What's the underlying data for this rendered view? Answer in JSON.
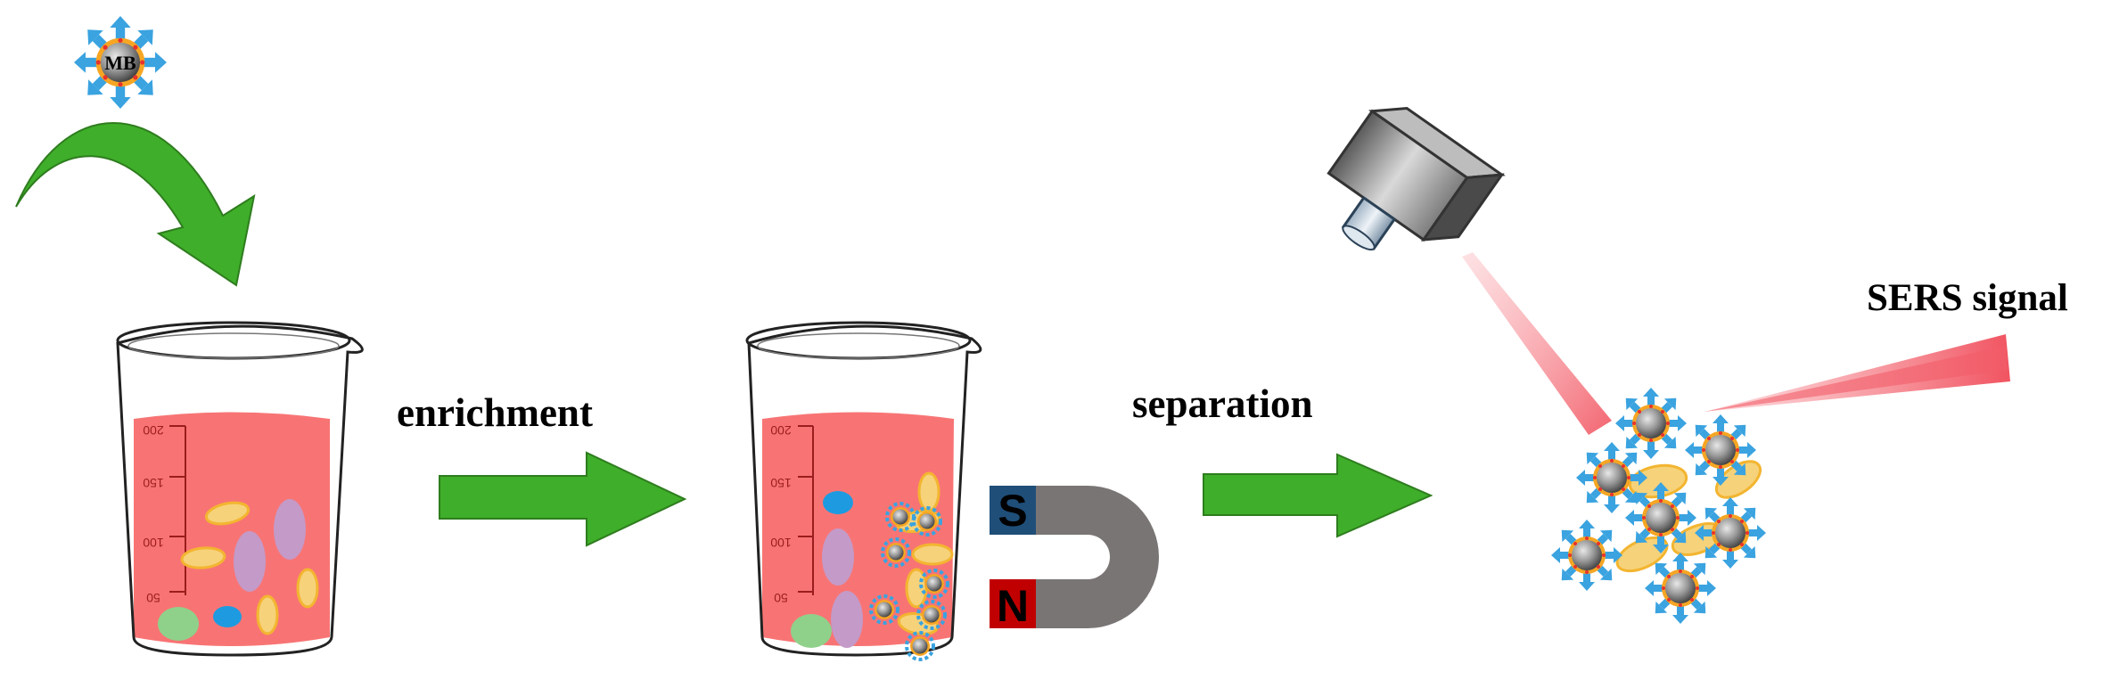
{
  "labels": {
    "enrichment": "enrichment",
    "separation": "separation",
    "sers_signal": "SERS signal",
    "mb": "MB",
    "magnet_s": "S",
    "magnet_n": "N"
  },
  "beaker_ticks": [
    "200",
    "150",
    "100",
    "50"
  ],
  "colors": {
    "liquid": "#f87474",
    "arrow_green": "#3fae2a",
    "arrow_green_dark": "#2e7d1e",
    "magnet_gray": "#7a7575",
    "magnet_s": "#1f4e79",
    "magnet_n": "#c00000",
    "bacteria_yellow": "#f6d27a",
    "cell_purple": "#c49ac8",
    "cell_green": "#8fd18a",
    "cell_blue": "#1e9be0",
    "particle_blue": "#3aa3e0",
    "laser": "#f66f7a"
  }
}
